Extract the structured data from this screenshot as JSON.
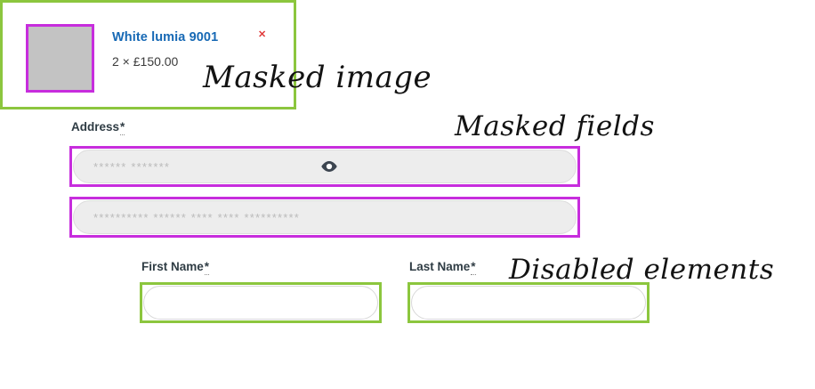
{
  "cart": {
    "product_title": "White lumia 9001",
    "quantity_price": "2 × £150.00",
    "remove_label": "✕",
    "thumb_icon": "masked-product-image",
    "thumb_color": "#c3c3c3"
  },
  "form": {
    "address": {
      "label": "Address",
      "required_mark": "*",
      "masked_value": "****** *******",
      "toggle_icon": "eye-icon"
    },
    "address_line_2": {
      "masked_value": "********** ****** **** **** **********"
    },
    "first_name": {
      "label": "First Name",
      "required_mark": "*",
      "value": ""
    },
    "last_name": {
      "label": "Last Name",
      "required_mark": "*",
      "value": ""
    }
  },
  "annotations": [
    {
      "text": "Masked image",
      "name": "annotation-masked-image"
    },
    {
      "text": "Masked fields",
      "name": "annotation-masked-fields"
    },
    {
      "text": "Disabled elements",
      "name": "annotation-disabled-elements"
    }
  ],
  "colors": {
    "highlight_green": "#8cc63e",
    "highlight_purple": "#c72ddd",
    "link_blue": "#1769b5",
    "remove_red": "#e03a3a",
    "masked_grey": "#bbbbbb",
    "field_bg": "#ededed"
  }
}
